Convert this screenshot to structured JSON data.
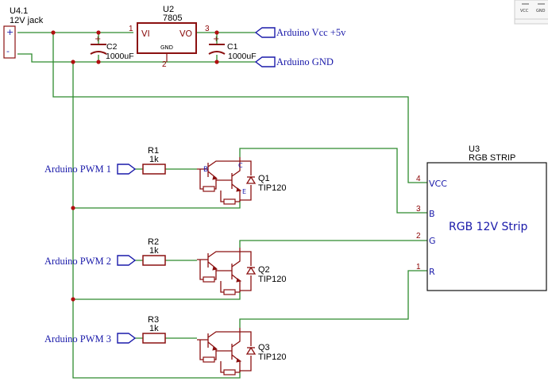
{
  "jack": {
    "designator": "U4.1",
    "name": "12V jack",
    "plus": "+",
    "minus": "-"
  },
  "regulator": {
    "designator": "U2",
    "name": "7805",
    "vi": "VI",
    "vo": "VO",
    "gnd": "GND",
    "pin_in": "1",
    "pin_out": "3",
    "pin_gnd": "2"
  },
  "caps": [
    {
      "designator": "C2",
      "value": "1000uF"
    },
    {
      "designator": "C1",
      "value": "1000uF"
    }
  ],
  "nets": {
    "vcc": "Arduino Vcc +5v",
    "gnd": "Arduino GND",
    "pwm1": "Arduino PWM 1",
    "pwm2": "Arduino PWM 2",
    "pwm3": "Arduino PWM 3"
  },
  "resistors": [
    {
      "designator": "R1",
      "value": "1k"
    },
    {
      "designator": "R2",
      "value": "1k"
    },
    {
      "designator": "R3",
      "value": "1k"
    }
  ],
  "transistors": [
    {
      "designator": "Q1",
      "part": "TIP120"
    },
    {
      "designator": "Q2",
      "part": "TIP120"
    },
    {
      "designator": "Q3",
      "part": "TIP120"
    }
  ],
  "transistor_pin_letters": {
    "base": "B",
    "collector": "C",
    "emitter": "E"
  },
  "strip": {
    "designator": "U3",
    "name": "RGB STRIP",
    "label": "RGB 12V Strip",
    "pins": [
      {
        "num": "4",
        "name": "VCC"
      },
      {
        "num": "3",
        "name": "B"
      },
      {
        "num": "2",
        "name": "G"
      },
      {
        "num": "1",
        "name": "R"
      }
    ]
  },
  "toolbar": {
    "vcc_icon": "VCC",
    "gnd_icon": "GND"
  },
  "colors": {
    "wire": "#2e8b2e",
    "component": "#8b1010",
    "net_label": "#1a1aaa"
  }
}
